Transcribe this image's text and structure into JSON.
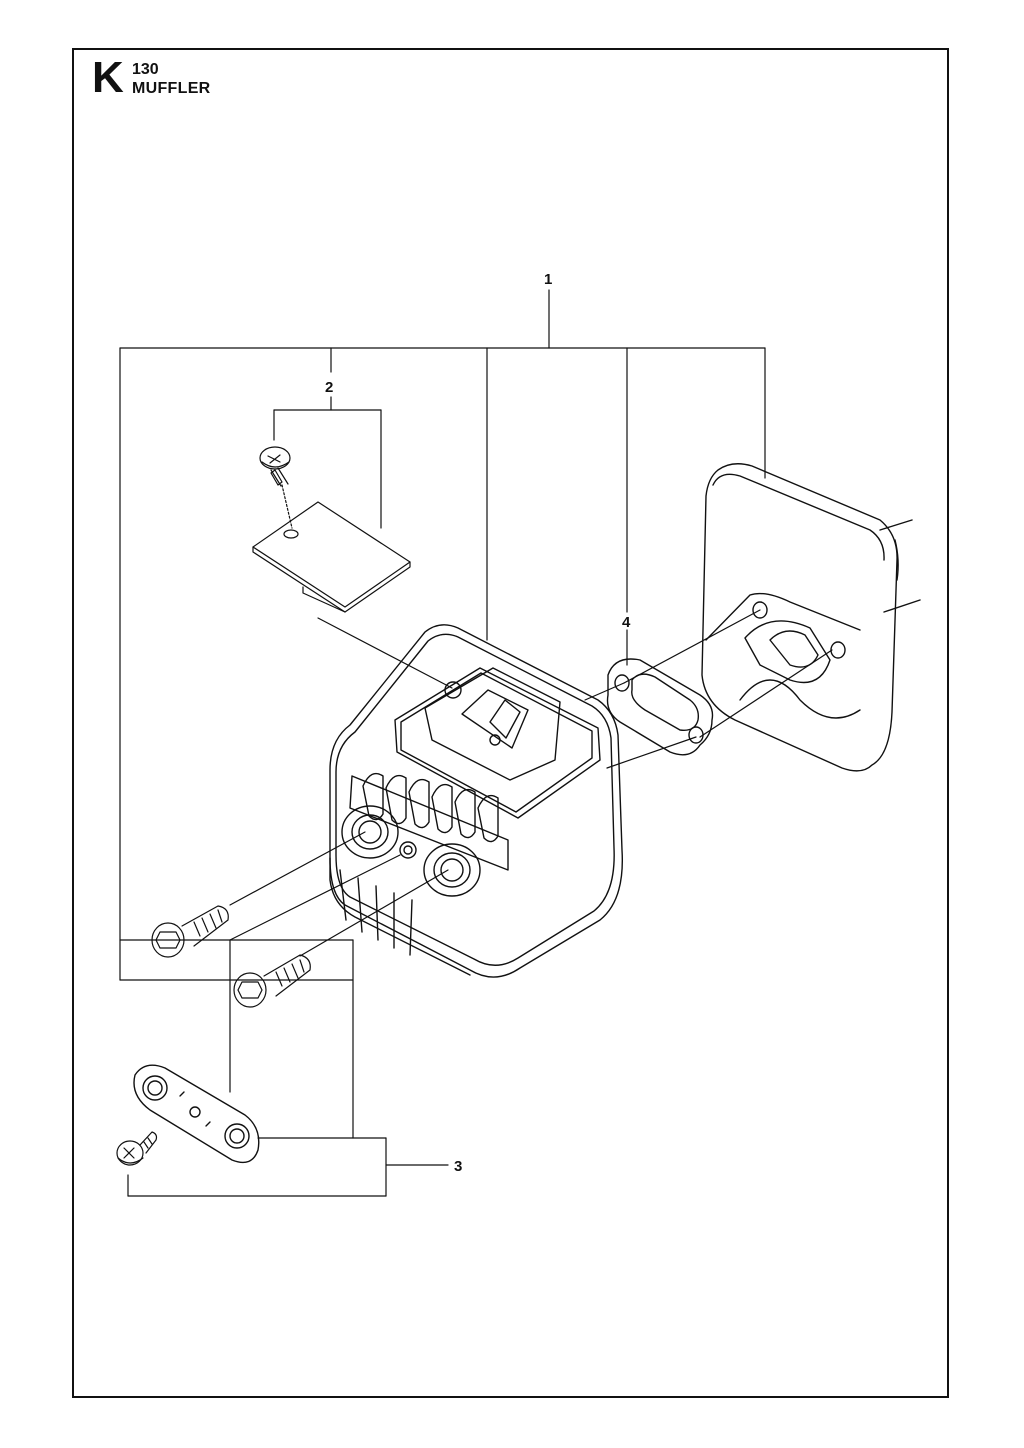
{
  "header": {
    "section_letter": "K",
    "section_code": "130",
    "section_title": "MUFFLER"
  },
  "callouts": [
    "1",
    "2",
    "3",
    "4"
  ]
}
